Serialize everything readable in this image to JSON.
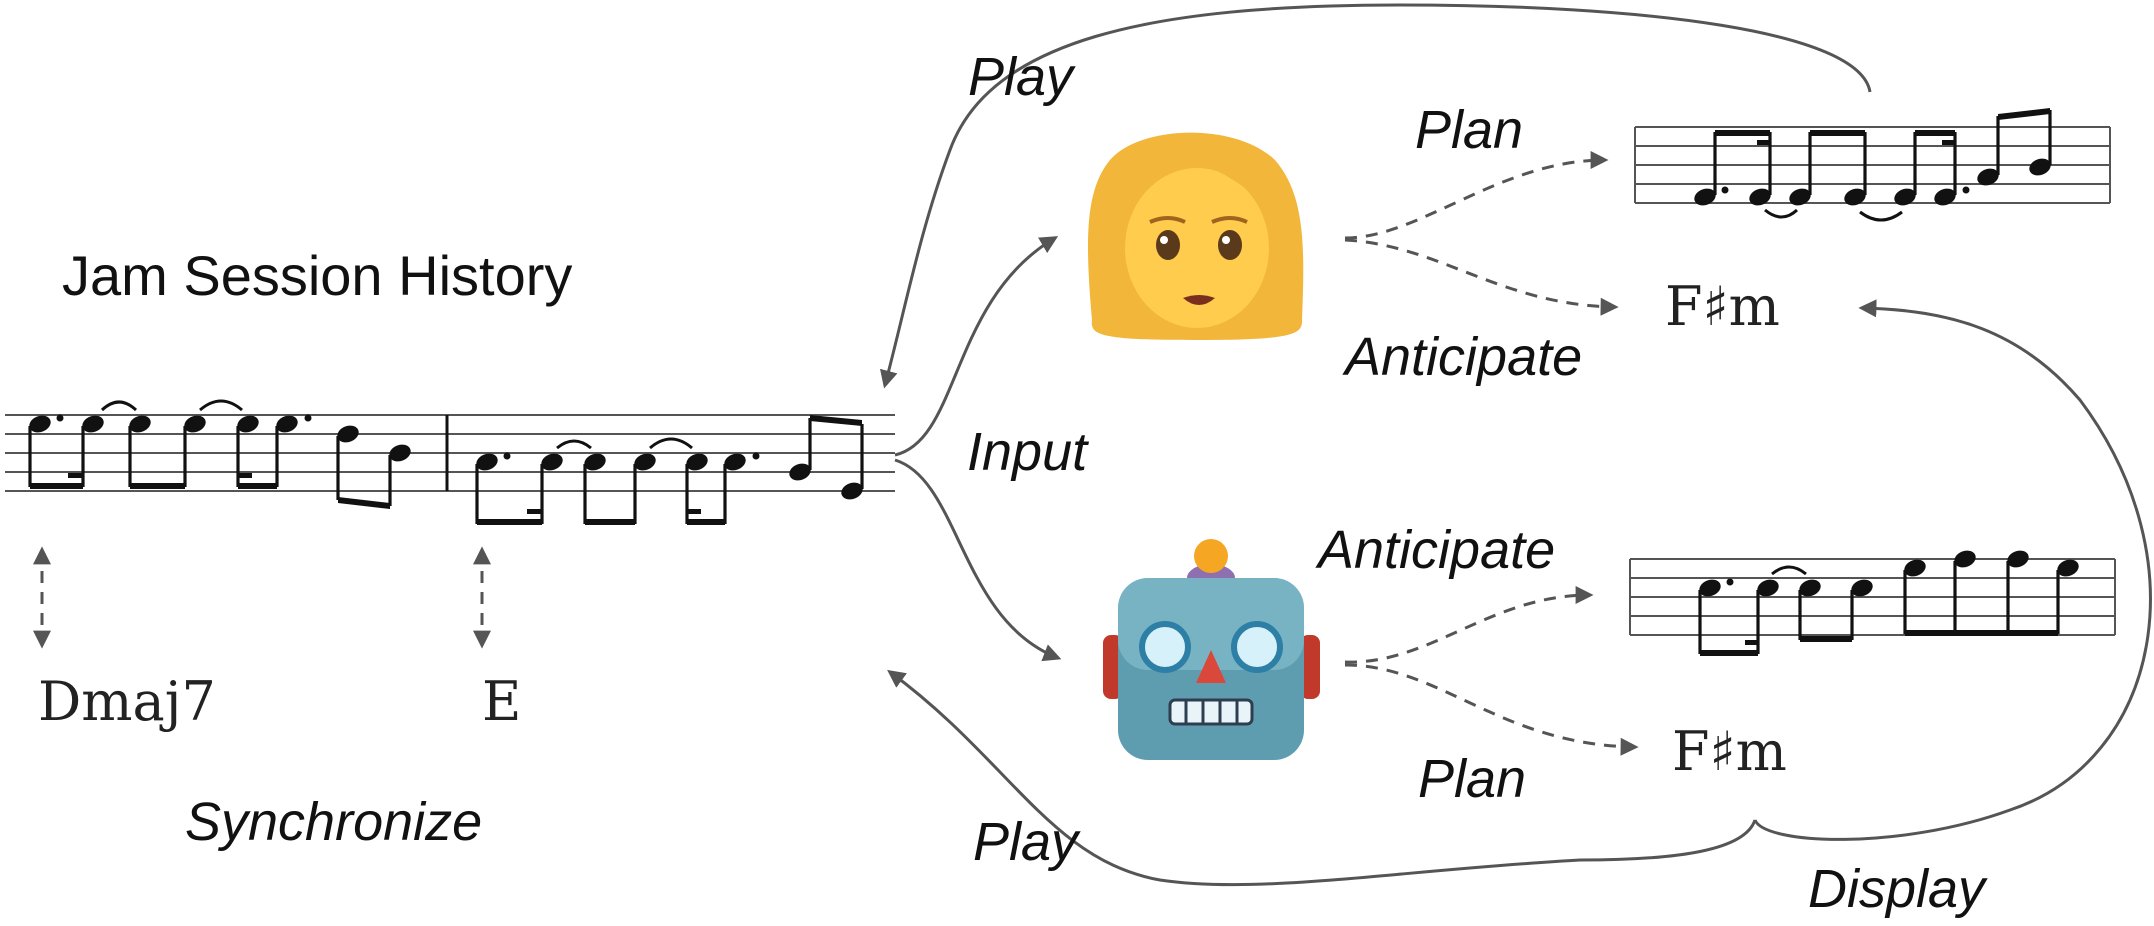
{
  "title": "Jam Session History",
  "history_chords": [
    "Dmaj7",
    "E"
  ],
  "labels": {
    "synchronize": "Synchronize",
    "input": "Input",
    "play_top": "Play",
    "play_bottom": "Play",
    "display": "Display"
  },
  "human": {
    "icon": "woman-emoji-icon",
    "plan_label": "Plan",
    "anticipate_label": "Anticipate",
    "anticipated_chord": "F♯m"
  },
  "agent": {
    "icon": "robot-emoji-icon",
    "anticipate_label": "Anticipate",
    "plan_label": "Plan",
    "planned_chord": "F♯m"
  },
  "colors": {
    "arrows": "#555555",
    "text": "#111111",
    "hair": "#F2B63A",
    "skin": "#FFCC4D",
    "robot_face": "#5E9DAF",
    "robot_ears": "#C0392B",
    "robot_antenna": "#F5A623"
  }
}
